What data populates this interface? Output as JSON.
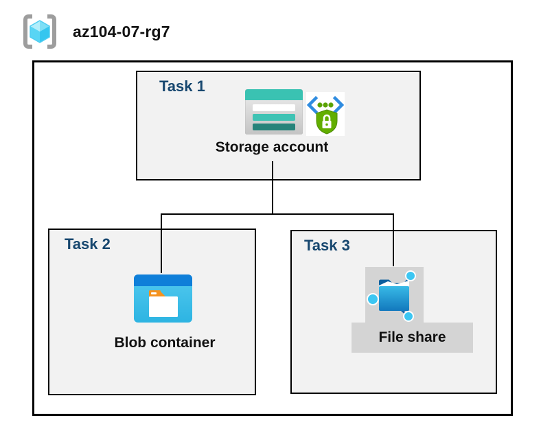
{
  "resource_group": {
    "name": "az104-07-rg7",
    "icon": "resource-group-icon"
  },
  "tasks": [
    {
      "label": "Task 1",
      "resource": "Storage account",
      "icons": [
        "storage-account-icon",
        "sas-shield-lock-icon"
      ]
    },
    {
      "label": "Task 2",
      "resource": "Blob container",
      "icons": [
        "blob-container-icon"
      ]
    },
    {
      "label": "Task 3",
      "resource": "File share",
      "icons": [
        "file-share-icon"
      ]
    }
  ],
  "connections": [
    {
      "from": "Storage account",
      "to": "Blob container"
    },
    {
      "from": "Storage account",
      "to": "File share"
    }
  ],
  "colors": {
    "task_label": "#17476F",
    "box_fill": "#F2F2F2",
    "box_border": "#000000",
    "connector": "#000000",
    "label_band": "#D4D4D4",
    "storage_teal": "#3AC2B2",
    "storage_teal_dark": "#26837A",
    "blob_top_blue": "#0F7FD9",
    "blob_body_cyan": "#3DC0EA",
    "file_folder_blue": "#1E8FCC",
    "file_tab_blue": "#0D5F9E",
    "node_cyan": "#3CC6F2",
    "shield_green": "#62AE00",
    "dot_green": "#5BA300",
    "chevron_blue": "#2F8CE0",
    "rg_cube_cyan": "#55D3F4",
    "bracket_gray": "#9D9D9D"
  }
}
